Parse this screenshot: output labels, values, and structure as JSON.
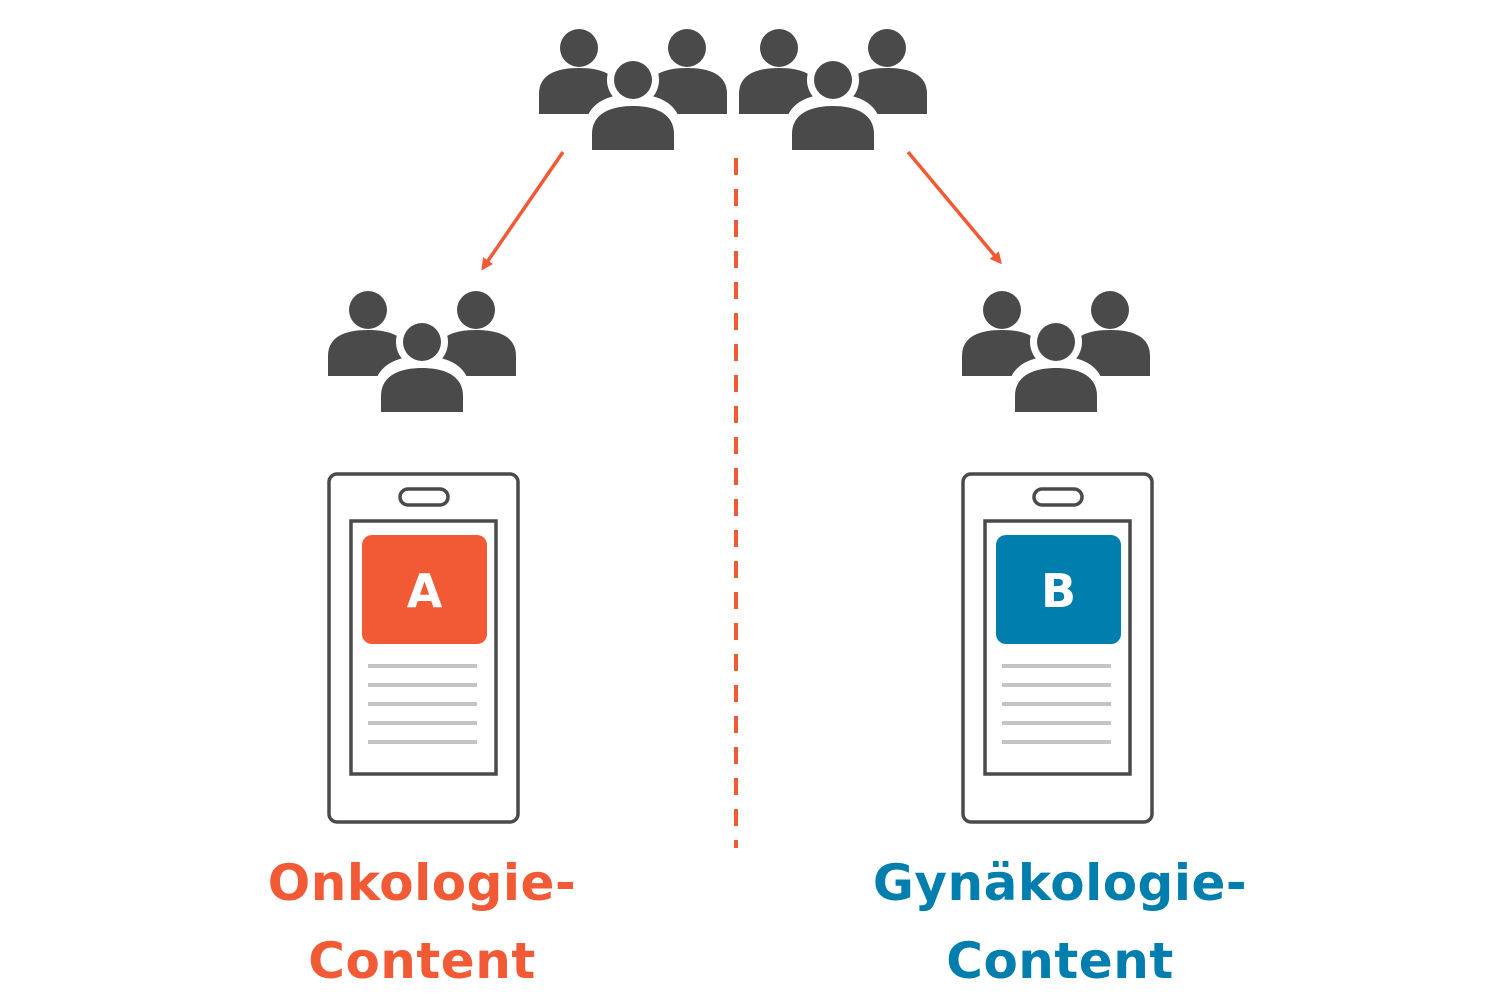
{
  "colors": {
    "icon": "#4a4a4a",
    "accent_a": "#f15a35",
    "accent_b": "#007eae",
    "divider": "#f15a35",
    "arrow": "#f15a35",
    "phone_outline": "#4a4a4a",
    "text_lines": "#c4c4c4"
  },
  "icons": {
    "audience": "users-group-icon",
    "segment_a": "users-group-icon",
    "segment_b": "users-group-icon",
    "device_a": "smartphone-icon",
    "device_b": "smartphone-icon"
  },
  "variant_a": {
    "letter": "A",
    "label_line1": "Onkologie-",
    "label_line2": "Content"
  },
  "variant_b": {
    "letter": "B",
    "label_line1": "Gynäkologie-",
    "label_line2": "Content"
  }
}
